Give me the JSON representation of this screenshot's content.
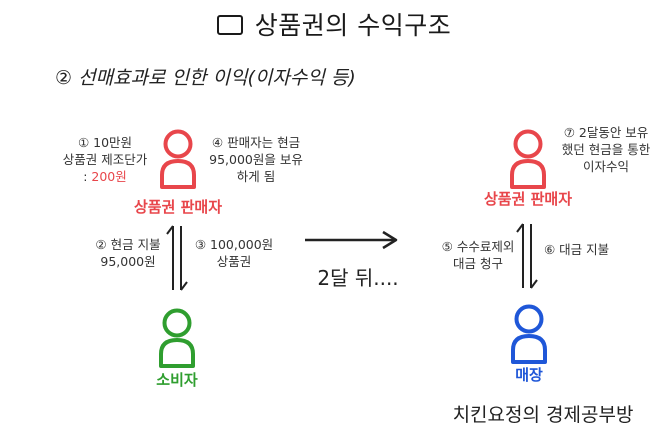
{
  "title": "상품권의 수익구조",
  "subtitle": "② 선매효과로 인한 이익(이자수익 등)",
  "left": {
    "note1": [
      "① 10만원",
      "상품권 제조단가",
      ": "
    ],
    "note1_highlight": "200원",
    "note4": [
      "④ 판매자는 현금",
      "95,000원을 보유",
      "하게 됨"
    ],
    "seller_label": "상품권 판매자",
    "note2": [
      "② 현금 지불",
      "95,000원"
    ],
    "note3": [
      "③ 100,000원",
      "상품권"
    ],
    "consumer_label": "소비자"
  },
  "middle": {
    "after_label": "2달 뒤...."
  },
  "right": {
    "note7": [
      "⑦ 2달동안 보유",
      "했던 현금을 통한",
      "이자수익"
    ],
    "seller_label": "상품권 판매자",
    "note5": [
      "⑤ 수수료제외",
      "대금 청구"
    ],
    "note6": "⑥ 대금 지불",
    "store_label": "매장"
  },
  "footer": "치킨요정의 경제공부방",
  "colors": {
    "seller": "#e8464b",
    "consumer": "#2f9e2f",
    "store": "#1f57d8",
    "arrow": "#222222"
  },
  "icons": {
    "seller": "person-icon",
    "consumer": "person-icon",
    "store": "person-icon",
    "title": "rounded-rect-icon"
  }
}
